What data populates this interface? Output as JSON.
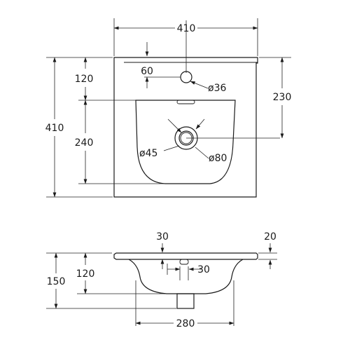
{
  "top_view": {
    "overall_width": "410",
    "overall_depth": "410",
    "tap_hole_offset": "60",
    "back_ledge_depth": "120",
    "tap_hole_diameter": "ø36",
    "bowl_depth": "240",
    "drain_offset": "230",
    "drain_hole_diameter": "ø45",
    "drain_flange_diameter": "ø80"
  },
  "side_view": {
    "slab_thickness": "30",
    "rim_thickness": "20",
    "drain_width": "30",
    "bowl_depth": "120",
    "total_height": "150",
    "bowl_width": "280"
  }
}
